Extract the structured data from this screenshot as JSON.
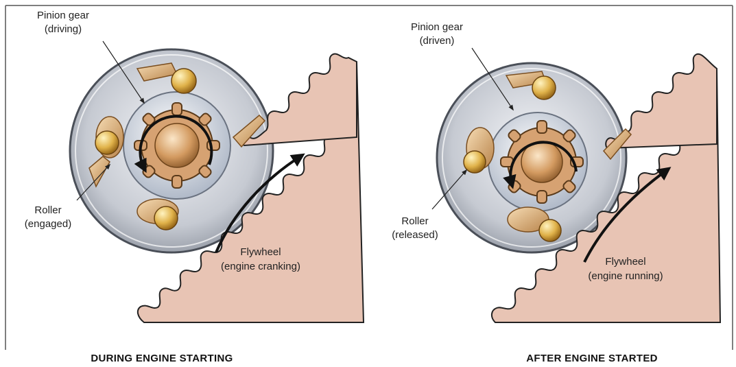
{
  "panels": [
    {
      "caption": "DURING ENGINE STARTING",
      "pinion_line1": "Pinion gear",
      "pinion_line2": "(driving)",
      "roller_line1": "Roller",
      "roller_line2": "(engaged)",
      "flywheel_line1": "Flywheel",
      "flywheel_line2": "(engine cranking)"
    },
    {
      "caption": "AFTER ENGINE STARTED",
      "pinion_line1": "Pinion gear",
      "pinion_line2": "(driven)",
      "roller_line1": "Roller",
      "roller_line2": "(released)",
      "flywheel_line1": "Flywheel",
      "flywheel_line2": "(engine running)"
    }
  ],
  "colors": {
    "flywheel": "#e8c4b4",
    "housing": "#c9ccd3",
    "pinion": "#d6a272",
    "roller": "#e2b060",
    "arrow": "#111111"
  }
}
